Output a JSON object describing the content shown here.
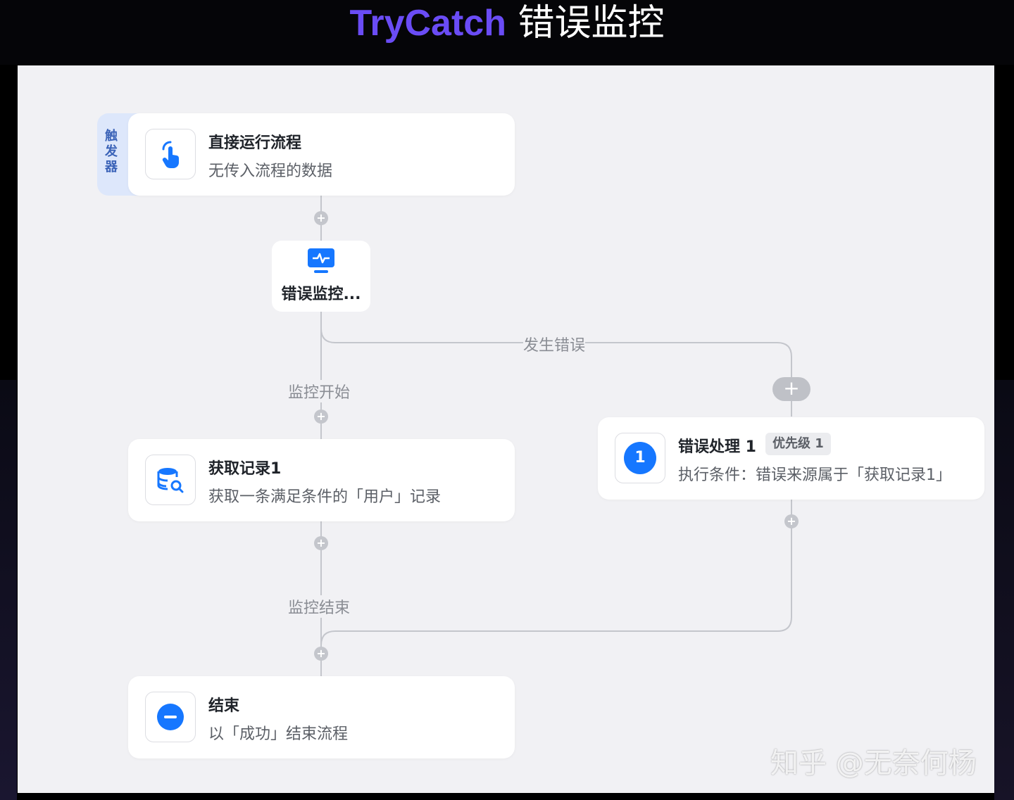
{
  "header": {
    "title_en": "TryCatch",
    "title_zh": "错误监控"
  },
  "trigger_tab": {
    "label": "触发器"
  },
  "nodes": {
    "direct_run": {
      "title": "直接运行流程",
      "desc": "无传入流程的数据",
      "icon": "tap-hand-icon"
    },
    "monitor": {
      "title": "错误监控...",
      "icon": "monitor-pulse-icon"
    },
    "get_record": {
      "title": "获取记录1",
      "desc": "获取一条满足条件的「用户」记录",
      "icon": "database-search-icon"
    },
    "error_handler": {
      "title": "错误处理 1",
      "badge": "优先级 1",
      "desc": "执行条件：错误来源属于「获取记录1」",
      "number": "1"
    },
    "end": {
      "title": "结束",
      "desc": "以「成功」结束流程",
      "icon": "minus-circle-icon"
    }
  },
  "edge_labels": {
    "error": "发生错误",
    "monitor_start": "监控开始",
    "monitor_end": "监控结束"
  },
  "colors": {
    "accent": "#6a4cf5",
    "blue": "#1677ff",
    "line": "#c4c6cc"
  },
  "watermark": "知乎 @无奈何杨"
}
